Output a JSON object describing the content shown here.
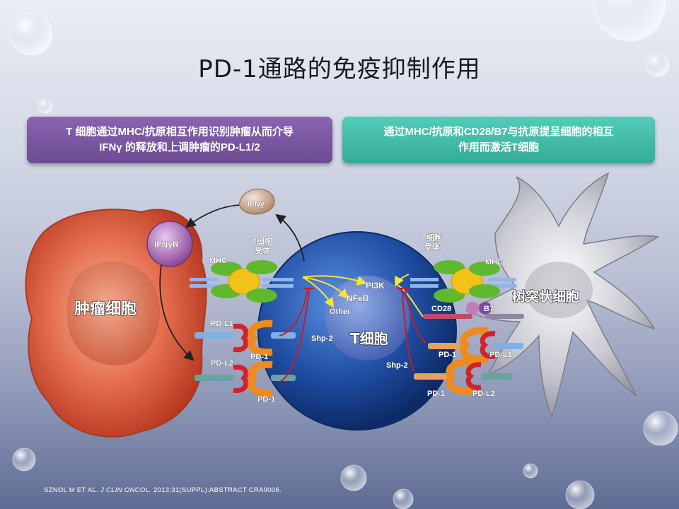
{
  "title": "PD-1通路的免疫抑制作用",
  "box_left": {
    "line1": "T 细胞通过MHC/抗原相互作用识别肿瘤从而介导",
    "line2": "IFNγ 的释放和上调肿瘤的PD-L1/2",
    "color": "#7a56a3"
  },
  "box_right": {
    "line1": "通过MHC/抗原和CD28/B7与抗原提呈细胞的相互",
    "line2": "作用而激活T细胞",
    "color": "#44bfa9"
  },
  "labels": {
    "tumor_cell": "肿瘤细胞",
    "t_cell": "T细胞",
    "dendritic_cell": "树突状细胞",
    "ifng": "IFNγ",
    "ifngr": "IFNγR",
    "mhc_left": "MHC",
    "tcr_left_1": "T细胞",
    "tcr_left_2": "受体",
    "tcr_right_1": "T细胞",
    "tcr_right_2": "受体",
    "mhc_right": "MHC",
    "pi3k": "PI3K",
    "nfkb": "NFκB",
    "other": "Other",
    "shp2_left": "Shp-2",
    "shp2_right": "Shp-2",
    "pdl1_left": "PD-L1",
    "pd1_left_1": "PD-1",
    "pdl2_left": "PD-L2",
    "pd1_left_2": "PD-1",
    "cd28": "CD28",
    "b7": "B7",
    "pd1_right_1": "PD-1",
    "pdl1_right": "PD-L1",
    "pd1_right_2": "PD-1",
    "pdl2_right": "PD-L2"
  },
  "citation": {
    "authors": "SZNOL M ET AL.",
    "journal": "J CLIN ONCOL.",
    "rest": "2013;31(SUPPL):ABSTRACT CRA9006."
  },
  "colors": {
    "tumor": "#d9553c",
    "tcell": "#1f4ea3",
    "mhc_green": "#5fb82e",
    "pd1_orange": "#f08a1c",
    "receptor_red": "#d2222a",
    "antigen_yellow": "#f3c21a",
    "inhibit_red": "#c0202a",
    "activate_yellow": "#f5e43a"
  }
}
